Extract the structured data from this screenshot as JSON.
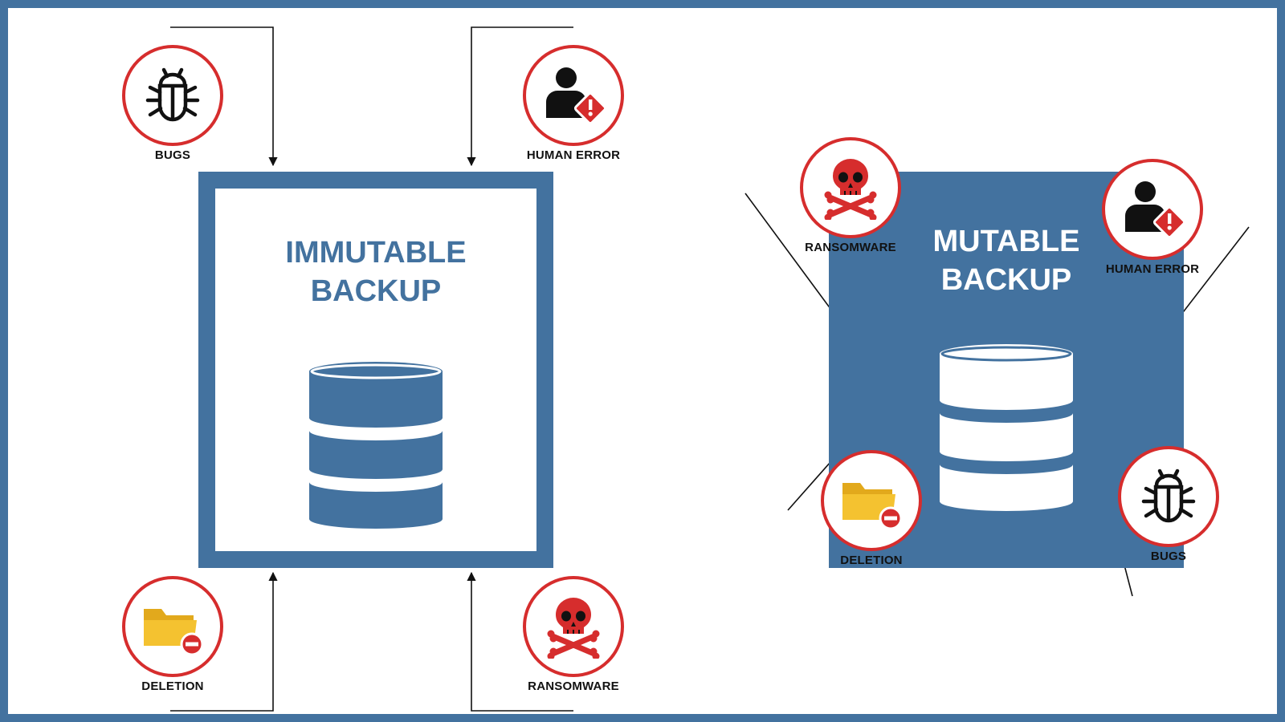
{
  "colors": {
    "brand": "#43729f",
    "danger": "#d62d2d",
    "frame": "#43729f",
    "folder": "#f4c230",
    "ink": "#111111"
  },
  "immutable": {
    "title_line1": "IMMUTABLE",
    "title_line2": "BACKUP",
    "threats": {
      "bugs": "BUGS",
      "human_error": "HUMAN ERROR",
      "deletion": "DELETION",
      "ransomware": "RANSOMWARE"
    }
  },
  "mutable": {
    "title_line1": "MUTABLE",
    "title_line2": "BACKUP",
    "threats": {
      "ransomware": "RANSOMWARE",
      "human_error": "HUMAN ERROR",
      "deletion": "DELETION",
      "bugs": "BUGS"
    }
  },
  "icons": [
    "bug-icon",
    "user-warning-icon",
    "skull-crossbones-icon",
    "folder-delete-icon",
    "database-icon"
  ]
}
